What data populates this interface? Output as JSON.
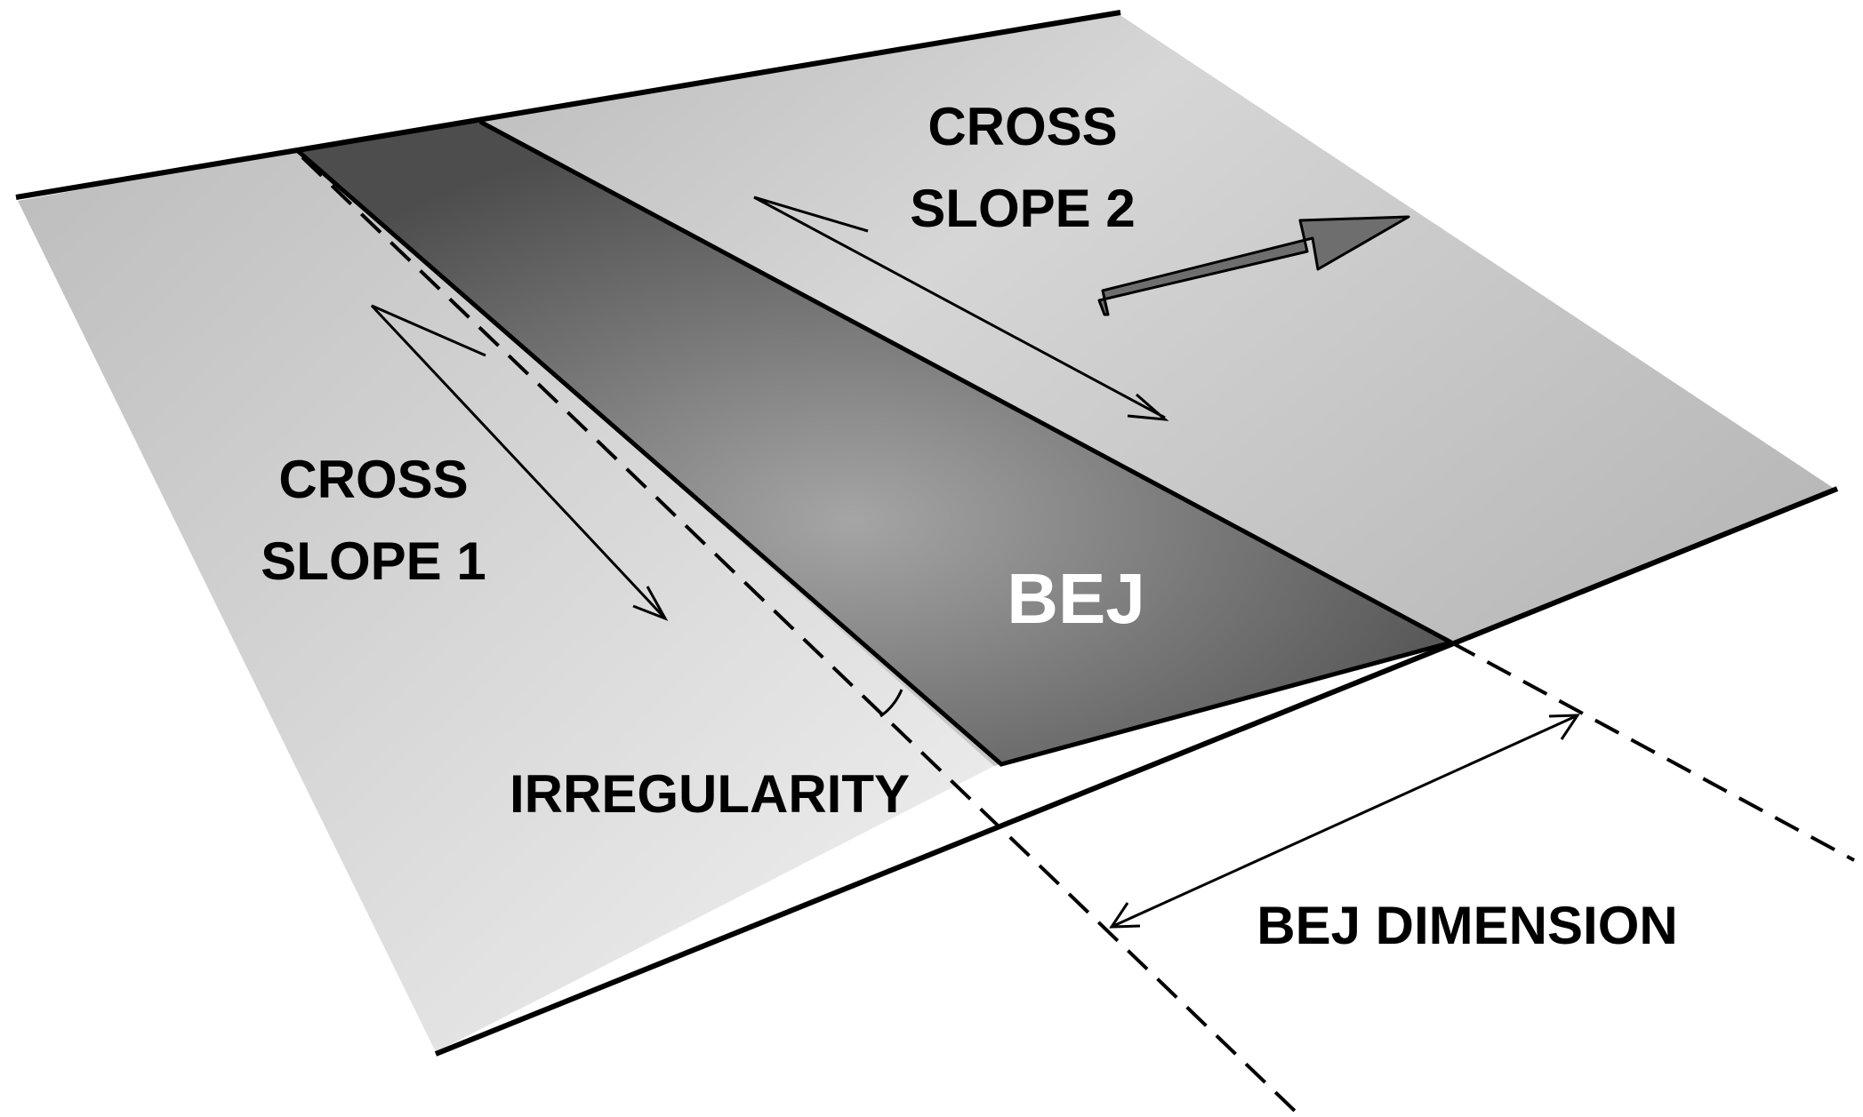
{
  "labels": {
    "cross_slope_2_line1": "CROSS",
    "cross_slope_2_line2": "SLOPE 2",
    "cross_slope_1_line1": "CROSS",
    "cross_slope_1_line2": "SLOPE 1",
    "bej": "BEJ",
    "irregularity": "IRREGULARITY",
    "bej_dimension": "BEJ DIMENSION"
  },
  "colors": {
    "slab_light": "#eeeeee",
    "slab_mid": "#bdbdbd",
    "bej_dark": "#555555",
    "bej_light": "#9c9c9c",
    "arrow_fill": "#6e6e6e",
    "stroke": "#000000"
  }
}
